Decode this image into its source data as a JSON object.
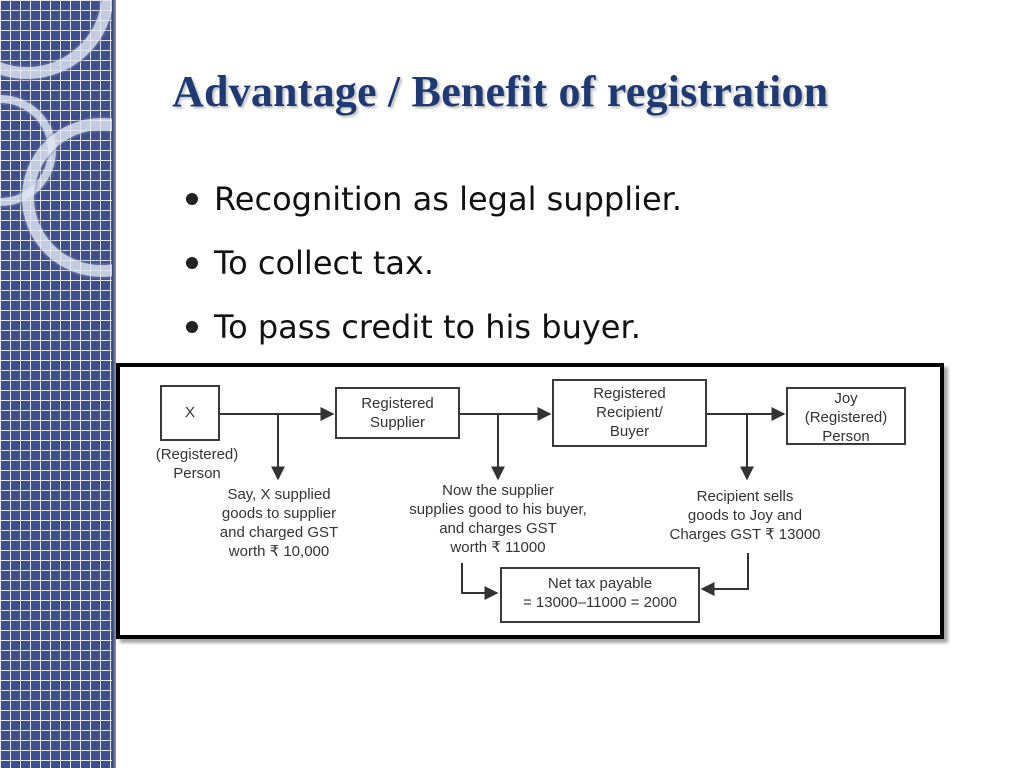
{
  "slide": {
    "title": "Advantage / Benefit of registration",
    "bullets": [
      "Recognition as legal supplier.",
      "To collect tax.",
      "To pass credit to his buyer."
    ]
  },
  "diagram": {
    "box_x": "X",
    "label_x_person": [
      "(Registered)",
      "Person"
    ],
    "box_supplier": [
      "Registered",
      "Supplier"
    ],
    "box_recipient": [
      "Registered",
      "Recipient/",
      "Buyer"
    ],
    "box_joy": [
      "Joy",
      "(Registered)",
      "Person"
    ],
    "note_x": [
      "Say, X supplied",
      "goods to supplier",
      "and charged GST",
      "worth ₹ 10,000"
    ],
    "note_supplier": [
      "Now the supplier",
      "supplies good to his buyer,",
      "and charges GST",
      "worth ₹ 11000"
    ],
    "note_recipient": [
      "Recipient sells",
      "goods to Joy and",
      "Charges GST ₹ 13000"
    ],
    "net_tax": [
      "Net tax payable",
      "= 13000–11000 = 2000"
    ]
  },
  "colors": {
    "title": "#1f3a73",
    "side_panel": "#3e4f8e"
  }
}
